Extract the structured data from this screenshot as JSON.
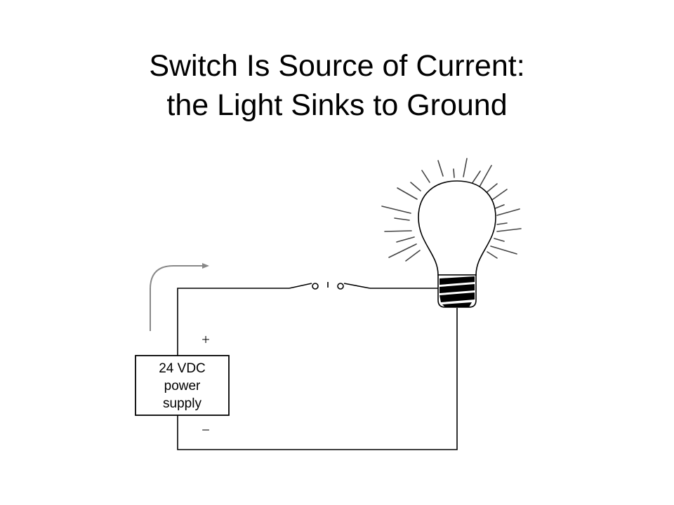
{
  "title": {
    "line1": "Switch Is Source of Current:",
    "line2": "the Light Sinks to Ground"
  },
  "power_supply": {
    "line1": "24 VDC",
    "line2": "power",
    "line3": "supply",
    "plus": "+",
    "minus": "−"
  },
  "colors": {
    "wire": "#000000",
    "arrow": "#888888",
    "background": "#ffffff"
  },
  "icons": {
    "switch": "switch-icon",
    "bulb": "light-bulb-icon",
    "current_arrow": "current-arrow-icon"
  }
}
